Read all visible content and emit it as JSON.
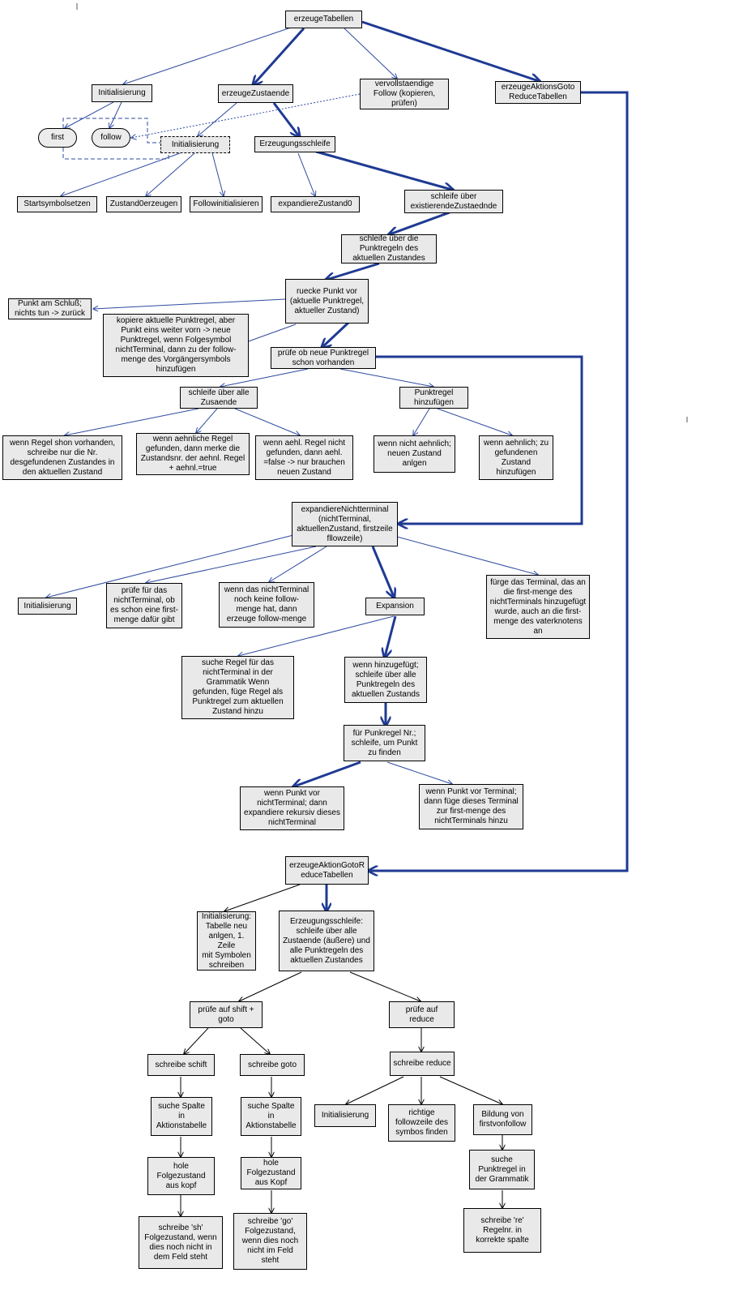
{
  "diagram": {
    "colors": {
      "thin": "#2e4aa0",
      "thick": "#1f3a93",
      "black": "#000000",
      "box_fill": "#e9e9e9"
    },
    "nodes": {
      "erzeugeTabellen": "erzeugeTabellen",
      "init1": "Initialisierung",
      "erzeugeZustaende": "erzeugeZustaende",
      "vervollstaendige": "vervollstaendige\nFollow (kopieren,\nprüfen)",
      "erzeugeAktionsGoto": "erzeugeAktionsGoto\nReduceTabellen",
      "first": "first",
      "follow": "follow",
      "init2": "Initialisierung",
      "erzeugungsschleife1": "Erzeugungsschleife",
      "startsymbolsetzen": "Startsymbolsetzen",
      "zustand0erzeugen": "Zustand0erzeugen",
      "followinitialisieren": "Followinitialisieren",
      "expandiereZustand0": "expandiereZustand0",
      "schleifeExistierende": "schleife über\nexistierendeZustaednde",
      "schleifePunktregeln": "schleife über die\nPunktregeln des\naktuellen Zustandes",
      "rueckePunkt": "ruecke Punkt vor\n(aktuelle Punktregel,\naktueller Zustand)",
      "punktAmSchluss": "Punkt  am Schluß;\nnichts tun -> zurück",
      "kopiere": "kopiere aktuelle Punktregel, aber\nPunkt eins weiter vorn -> neue\nPunktregel, wenn Folgesymbol\nnichtTerminal, dann zu der follow-\nmenge des Vorgängersymbols\nhinzufügen",
      "pruefeNeue": "prüfe ob neue Punktregel\nschon vorhanden",
      "schleifeAlle": "schleife über alle\nZusaende",
      "punktregelHinzu": "Punktregel\nhinzufügen",
      "wennRegelShon": "wenn Regel shon vorhanden,\nschreibe nur die Nr.\ndesgefundenen Zustandes in\nden aktuellen Zustand",
      "wennAehnliche": "wenn aehnliche Regel\ngefunden, dann merke die\nZustandsnr. der aehnl. Regel\n+ aehnl.=true",
      "wennAehlNicht": "wenn aehl. Regel nicht\ngefunden, dann aehl.\n=false -> nur brauchen\nneuen Zustand",
      "wennNichtAehnlich": "wenn nicht aehnlich;\nneuen Zustand\nanlgen",
      "wennAehnlich": "wenn aehnlich;  zu\ngefundenen\nZustand\nhinzufügen",
      "expandiereNT": "expandiereNichtterminal\n(nichtTerminal,\naktuellenZustand, firstzeile\nfllowzeile)",
      "init3": "Initialisierung",
      "pruefeFuerDas": "prüfe für das\nnichtTerminal, ob\nes schon eine first-\nmenge dafür gibt",
      "wennDasNT": "wenn das nichtTerminal\nnoch keine follow-\nmenge hat, dann\nerzeuge follow-menge",
      "expansion": "Expansion",
      "fuergeDas": "fürge das Terminal, das an\ndie first-menge des\nnichtTerminals hinzugefügt\nwurde, auch an die first-\nmenge des vaterknotens\nan",
      "sucheRegel": "suche Regel für das\nnichtTerminal in der\nGrammatik   Wenn\ngefunden, füge Regel als\nPunktregel zum aktuellen\nZustand hinzu",
      "wennHinzugefuegt": "wenn hinzugefügt;\nschleife über alle\nPunktregeln des\naktuellen Zustands",
      "fuerPunktregel": "für Punkregel Nr.;\nschleife, um Punkt\nzu finden",
      "wennPunktVorNT": "wenn Punkt vor\nnichtTerminal; dann\nexpandiere rekursiv dieses\nnichtTerminal",
      "wennPunktVorT": "wenn Punkt vor Terminal;\ndann füge dieses Terminal\nzur first-menge des\nnichtTerminals hinzu",
      "erzeugeAktionGotoR": "erzeugeAktionGotoR\neduceTabellen",
      "initTabelle": "Initialisierung:\nTabelle neu\nanlgen, 1. Zeile\nmit Symbolen\nschreiben",
      "erzeugungsschleife2": "Erzeugungsschleife:\nschleife über alle\nZustaende (äußere) und\nalle Punktregeln des\naktuellen Zustandes",
      "pruefeShift": "prüfe auf shift +\ngoto",
      "pruefeReduce": "prüfe auf\nreduce",
      "schreibeSchift": "schreibe schift",
      "schreibeGoto": "schreibe goto",
      "schreibeReduce": "schreibe reduce",
      "sucheSpalte1": "suche Spalte\nin\nAktionstabelle",
      "sucheSpalte2": "suche Spalte\nin\nAktionstabelle",
      "init4": "Initialisierung",
      "richtigeFollow": "richtige\nfollowzeile des\nsymbos finden",
      "bildung": "Bildung von\nfirstvonfollow",
      "holeFolge1": "hole\nFolgezustand\naus kopf",
      "holeFolge2": "hole\nFolgezustand\naus Kopf",
      "sucheGrammatik": "suche\nPunktregel in\nder Grammatik",
      "schreibeSh": "schreibe 'sh'\nFolgezustand, wenn\ndies noch nicht in\ndem Feld steht",
      "schreibeGo": "schreibe 'go'\nFolgezustand,\nwenn dies noch\nnicht  im Feld\nsteht",
      "schreibeRe": "schreibe 're'\nRegelnr. in\nkorrekte spalte"
    }
  }
}
